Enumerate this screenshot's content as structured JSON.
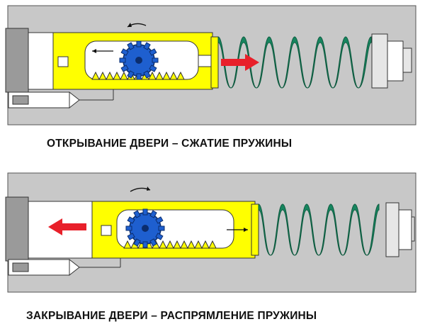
{
  "diagrams": [
    {
      "id": "opening",
      "caption": "ОТКРЫВАНИЕ ДВЕРИ – СЖАТИЕ ПРУЖИНЫ"
    },
    {
      "id": "closing",
      "caption": "ЗАКРЫВАНИЕ ДВЕРИ – РАСПРЯМЛЕНИЕ ПРУЖИНЫ"
    }
  ],
  "colors": {
    "housing": "#c8c8c8",
    "rack": "#ffff00",
    "gear": "#1e5fcf",
    "spring": "#17855f",
    "arrow": "#e8202a",
    "outline": "#222222"
  },
  "icons": [
    "gear-icon",
    "spring-icon",
    "direction-arrow-icon",
    "rotation-arrow-icon"
  ]
}
